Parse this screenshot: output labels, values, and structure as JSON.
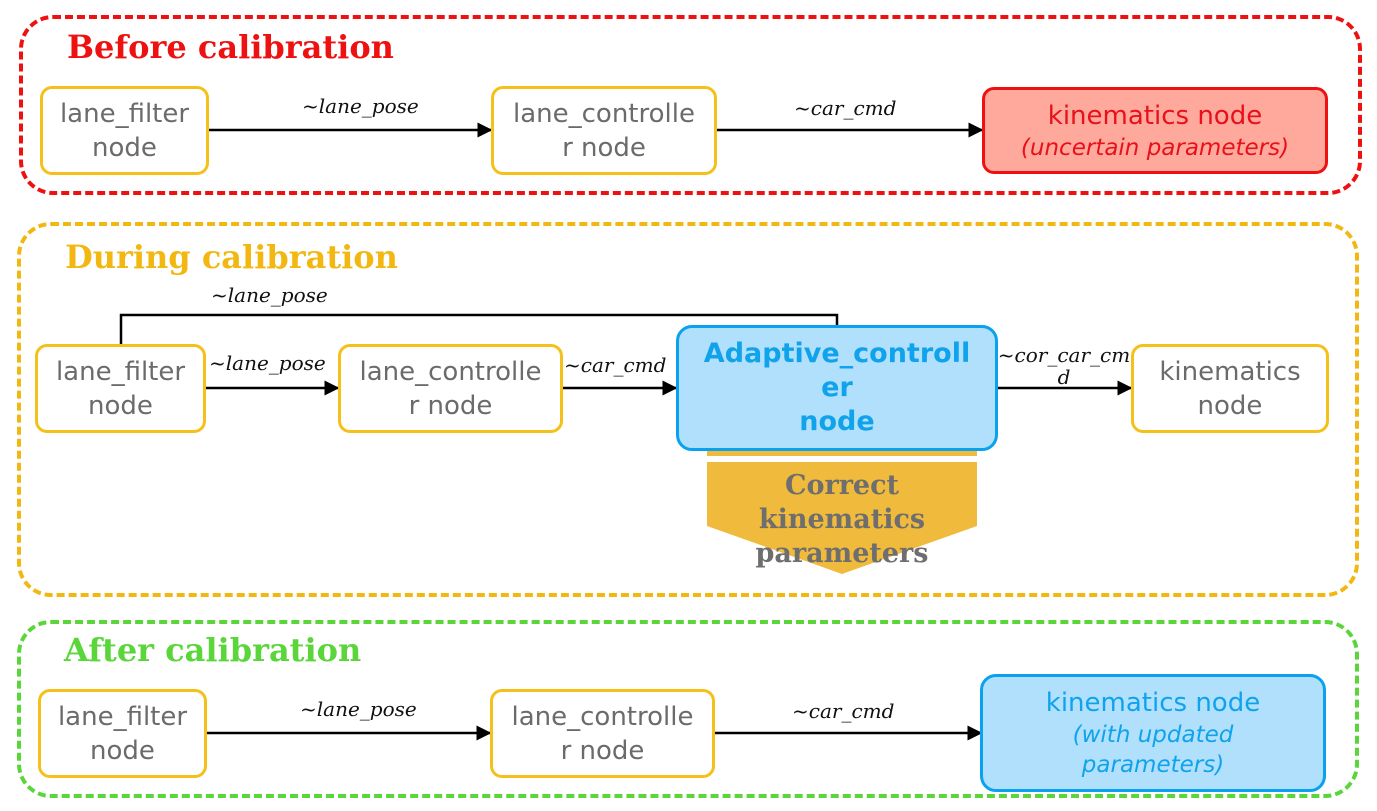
{
  "colors": {
    "before": "#ee1111",
    "during": "#f2b811",
    "after": "#5ad63a",
    "node_border": "#f5c01a",
    "node_text": "#6b6b6b",
    "blue_fill": "#b0e0fc",
    "blue_border": "#0aa1ee",
    "red_fill": "#ffa99c",
    "banner": "#f0bb3c"
  },
  "before": {
    "title": "Before calibration",
    "lane_filter": [
      "lane_filter",
      "node"
    ],
    "lane_controller": [
      "lane_controlle",
      "r node"
    ],
    "kinematics": {
      "line1": "kinematics node",
      "line2": "(uncertain parameters)"
    },
    "edge1": "~lane_pose",
    "edge2": "~car_cmd"
  },
  "during": {
    "title": "During calibration",
    "lane_filter": [
      "lane_filter",
      "node"
    ],
    "lane_controller": [
      "lane_controlle",
      "r node"
    ],
    "adaptive": [
      "Adaptive_controll",
      "er",
      "node"
    ],
    "kinematics": [
      "kinematics",
      "node"
    ],
    "edge_top": "~lane_pose",
    "edge1": "~lane_pose",
    "edge2": "~car_cmd",
    "edge3": [
      "~cor_car_cm",
      "d"
    ],
    "banner": [
      "Correct",
      "kinematics",
      "parameters"
    ]
  },
  "after": {
    "title": "After calibration",
    "lane_filter": [
      "lane_filter",
      "node"
    ],
    "lane_controller": [
      "lane_controlle",
      "r node"
    ],
    "kinematics": {
      "line1": "kinematics node",
      "line2": "(with updated",
      "line3": "parameters)"
    },
    "edge1": "~lane_pose",
    "edge2": "~car_cmd"
  }
}
